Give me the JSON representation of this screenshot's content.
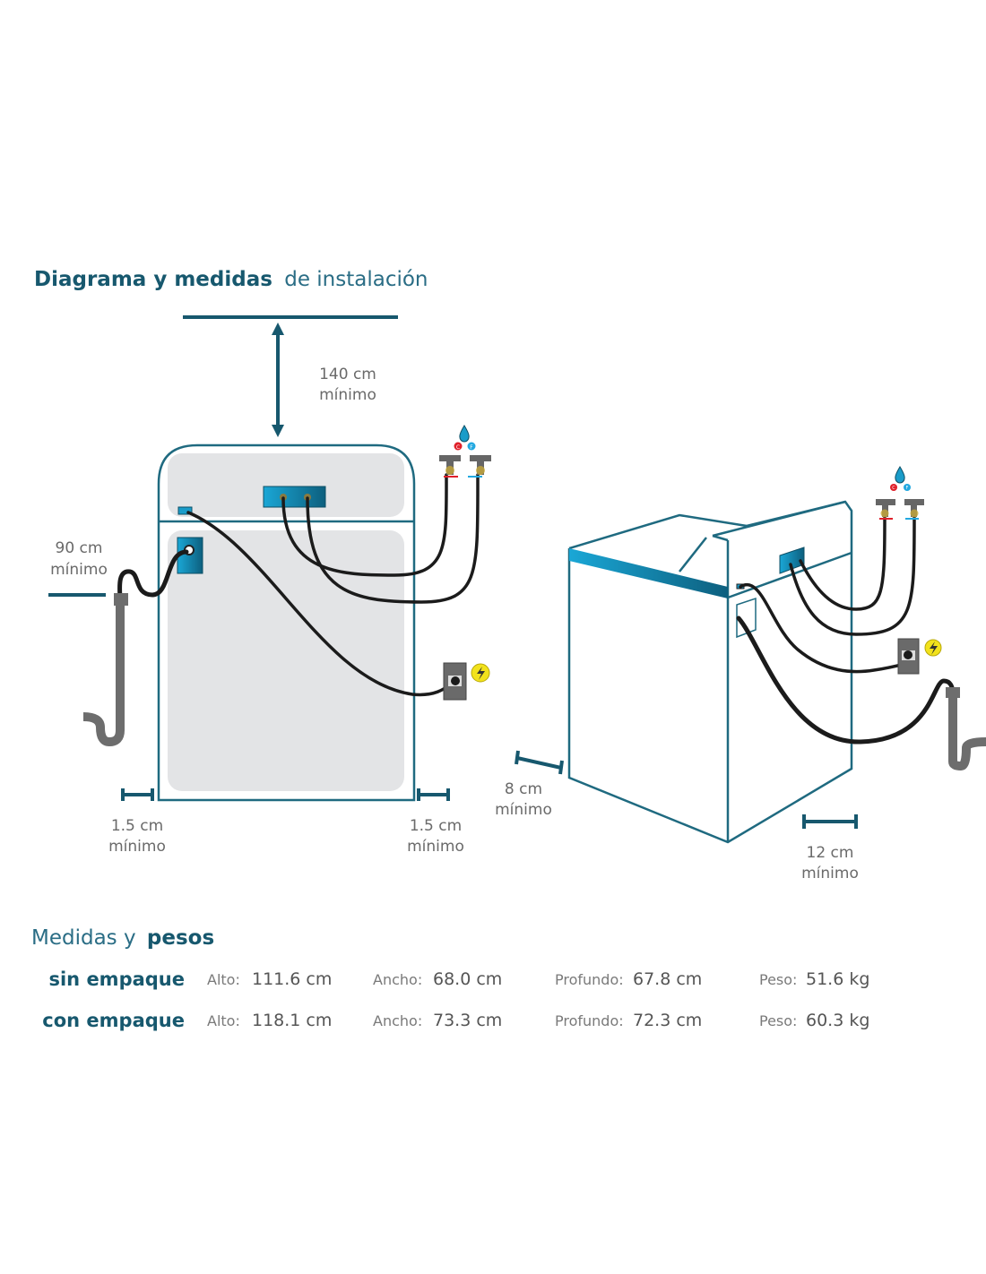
{
  "title": {
    "bold": "Diagrama y medidas",
    "light": "de instalación"
  },
  "front_view": {
    "top_clearance": {
      "value": "140 cm",
      "note": "mínimo"
    },
    "drain_height": {
      "value": "90 cm",
      "note": "mínimo"
    },
    "left_clearance": {
      "value": "1.5 cm",
      "note": "mínimo"
    },
    "right_clearance": {
      "value": "1.5 cm",
      "note": "mínimo"
    },
    "faucet_labels": {
      "hot": "C",
      "cold": "F"
    }
  },
  "side_view": {
    "front_clearance": {
      "value": "8 cm",
      "note": "mínimo"
    },
    "back_clearance": {
      "value": "12 cm",
      "note": "mínimo"
    },
    "faucet_labels": {
      "hot": "C",
      "cold": "F"
    }
  },
  "colors": {
    "brand": "#17586e",
    "accent": "#1a9cc9",
    "hot": "#e0202a",
    "cold": "#22a8e0",
    "power": "#f2e21c"
  },
  "icons": [
    "water-drop-icon",
    "lightning-icon",
    "faucet-icon",
    "power-outlet-icon",
    "drain-pipe-icon"
  ],
  "specs": {
    "heading": {
      "light": "Medidas y",
      "bold": "pesos"
    },
    "rows": [
      {
        "label": "sin empaque",
        "alto_k": "Alto:",
        "alto": "111.6 cm",
        "ancho_k": "Ancho:",
        "ancho": "68.0 cm",
        "prof_k": "Profundo:",
        "prof": "67.8 cm",
        "peso_k": "Peso:",
        "peso": "51.6 kg"
      },
      {
        "label": "con empaque",
        "alto_k": "Alto:",
        "alto": "118.1 cm",
        "ancho_k": "Ancho:",
        "ancho": "73.3 cm",
        "prof_k": "Profundo:",
        "prof": "72.3 cm",
        "peso_k": "Peso:",
        "peso": "60.3 kg"
      }
    ]
  }
}
